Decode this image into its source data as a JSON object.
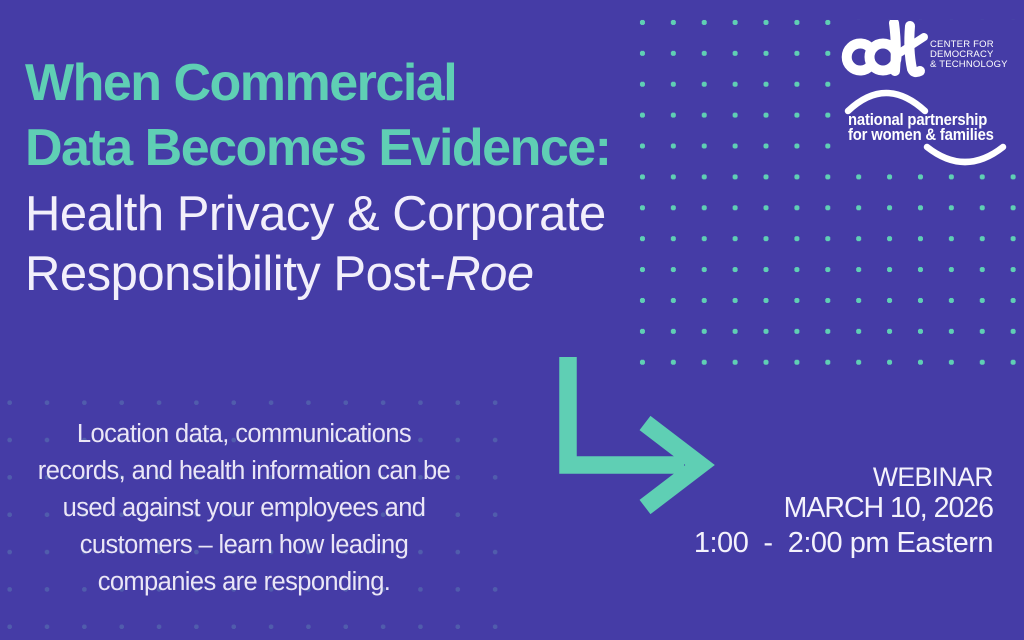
{
  "colors": {
    "bg": "#453CA6",
    "accent": "#5FCFB4",
    "text": "#F2EFFB"
  },
  "title": {
    "teal_lines": [
      "When Commercial",
      "Data Becomes Evidence:"
    ],
    "white_line1": "Health Privacy & Corporate",
    "white_line2_prefix": "Responsibility Post-",
    "white_line2_italic": "Roe"
  },
  "body": {
    "lines": [
      "Location data, communications",
      "records, and health information can be",
      "used against your employees and",
      "customers – learn how leading",
      "companies are responding."
    ]
  },
  "event": {
    "label": "WEBINAR",
    "date": "MARCH 10, 2026",
    "time": "1:00  -  2:00 pm Eastern"
  },
  "logos": {
    "cdt": {
      "wordmark": "cdt",
      "caption_lines": [
        "CENTER FOR",
        "DEMOCRACY",
        "& TECHNOLOGY"
      ]
    },
    "npwf": {
      "line1": "national partnership",
      "line2": "for women & families"
    }
  }
}
